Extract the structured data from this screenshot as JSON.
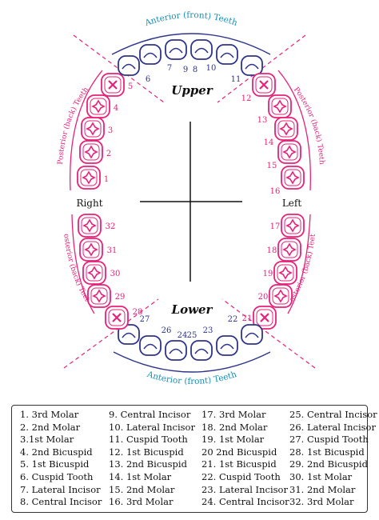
{
  "labels": {
    "upper": "Upper",
    "lower": "Lower",
    "right": "Right",
    "left": "Left",
    "anterior_top": "Anterior (front) Teeth",
    "anterior_bottom": "Anterior (front) Teeth",
    "posterior": "Posterior (back) Teeth"
  },
  "colors": {
    "pink": "#e8217a",
    "navy": "#2e3488",
    "teal": "#1b8fb5"
  },
  "teeth": {
    "upper_posterior_right": [
      "1",
      "2",
      "3",
      "4",
      "5"
    ],
    "upper_anterior": [
      "6",
      "7",
      "8",
      "9",
      "10",
      "11"
    ],
    "upper_posterior_left": [
      "12",
      "13",
      "14",
      "15",
      "16"
    ],
    "lower_posterior_left": [
      "17",
      "18",
      "19",
      "20",
      "21"
    ],
    "lower_anterior": [
      "22",
      "23",
      "24",
      "25",
      "26",
      "27"
    ],
    "lower_posterior_right": [
      "28",
      "29",
      "30",
      "31",
      "32"
    ]
  },
  "legend": [
    [
      "1. 3rd Molar",
      "2. 2nd Molar",
      "3.1st  Molar",
      "4. 2nd Bicuspid",
      "5. 1st Bicuspid",
      "6. Cuspid Tooth",
      "7. Lateral Incisor",
      "8. Central Incisor"
    ],
    [
      "9. Central Incisor",
      "10. Lateral Incisor",
      "11. Cuspid Tooth",
      "12. 1st Bicuspid",
      "13. 2nd Bicuspid",
      "14. 1st Molar",
      "15. 2nd Molar",
      "16. 3rd Molar"
    ],
    [
      "17. 3rd Molar",
      "18. 2nd Molar",
      "19. 1st Molar",
      "20 2nd Bicuspid",
      "21. 1st Bicuspid",
      "22. Cuspid Tooth",
      "23. Lateral Incisor",
      "24. Central Incisor"
    ],
    [
      "25. Central Incisor",
      "26. Lateral Incisor",
      "27. Cuspid Tooth",
      "28. 1st Bicuspid",
      "29. 2nd Bicuspid",
      "30. 1st Molar",
      "31. 2nd Molar",
      "32. 3rd Molar"
    ]
  ]
}
